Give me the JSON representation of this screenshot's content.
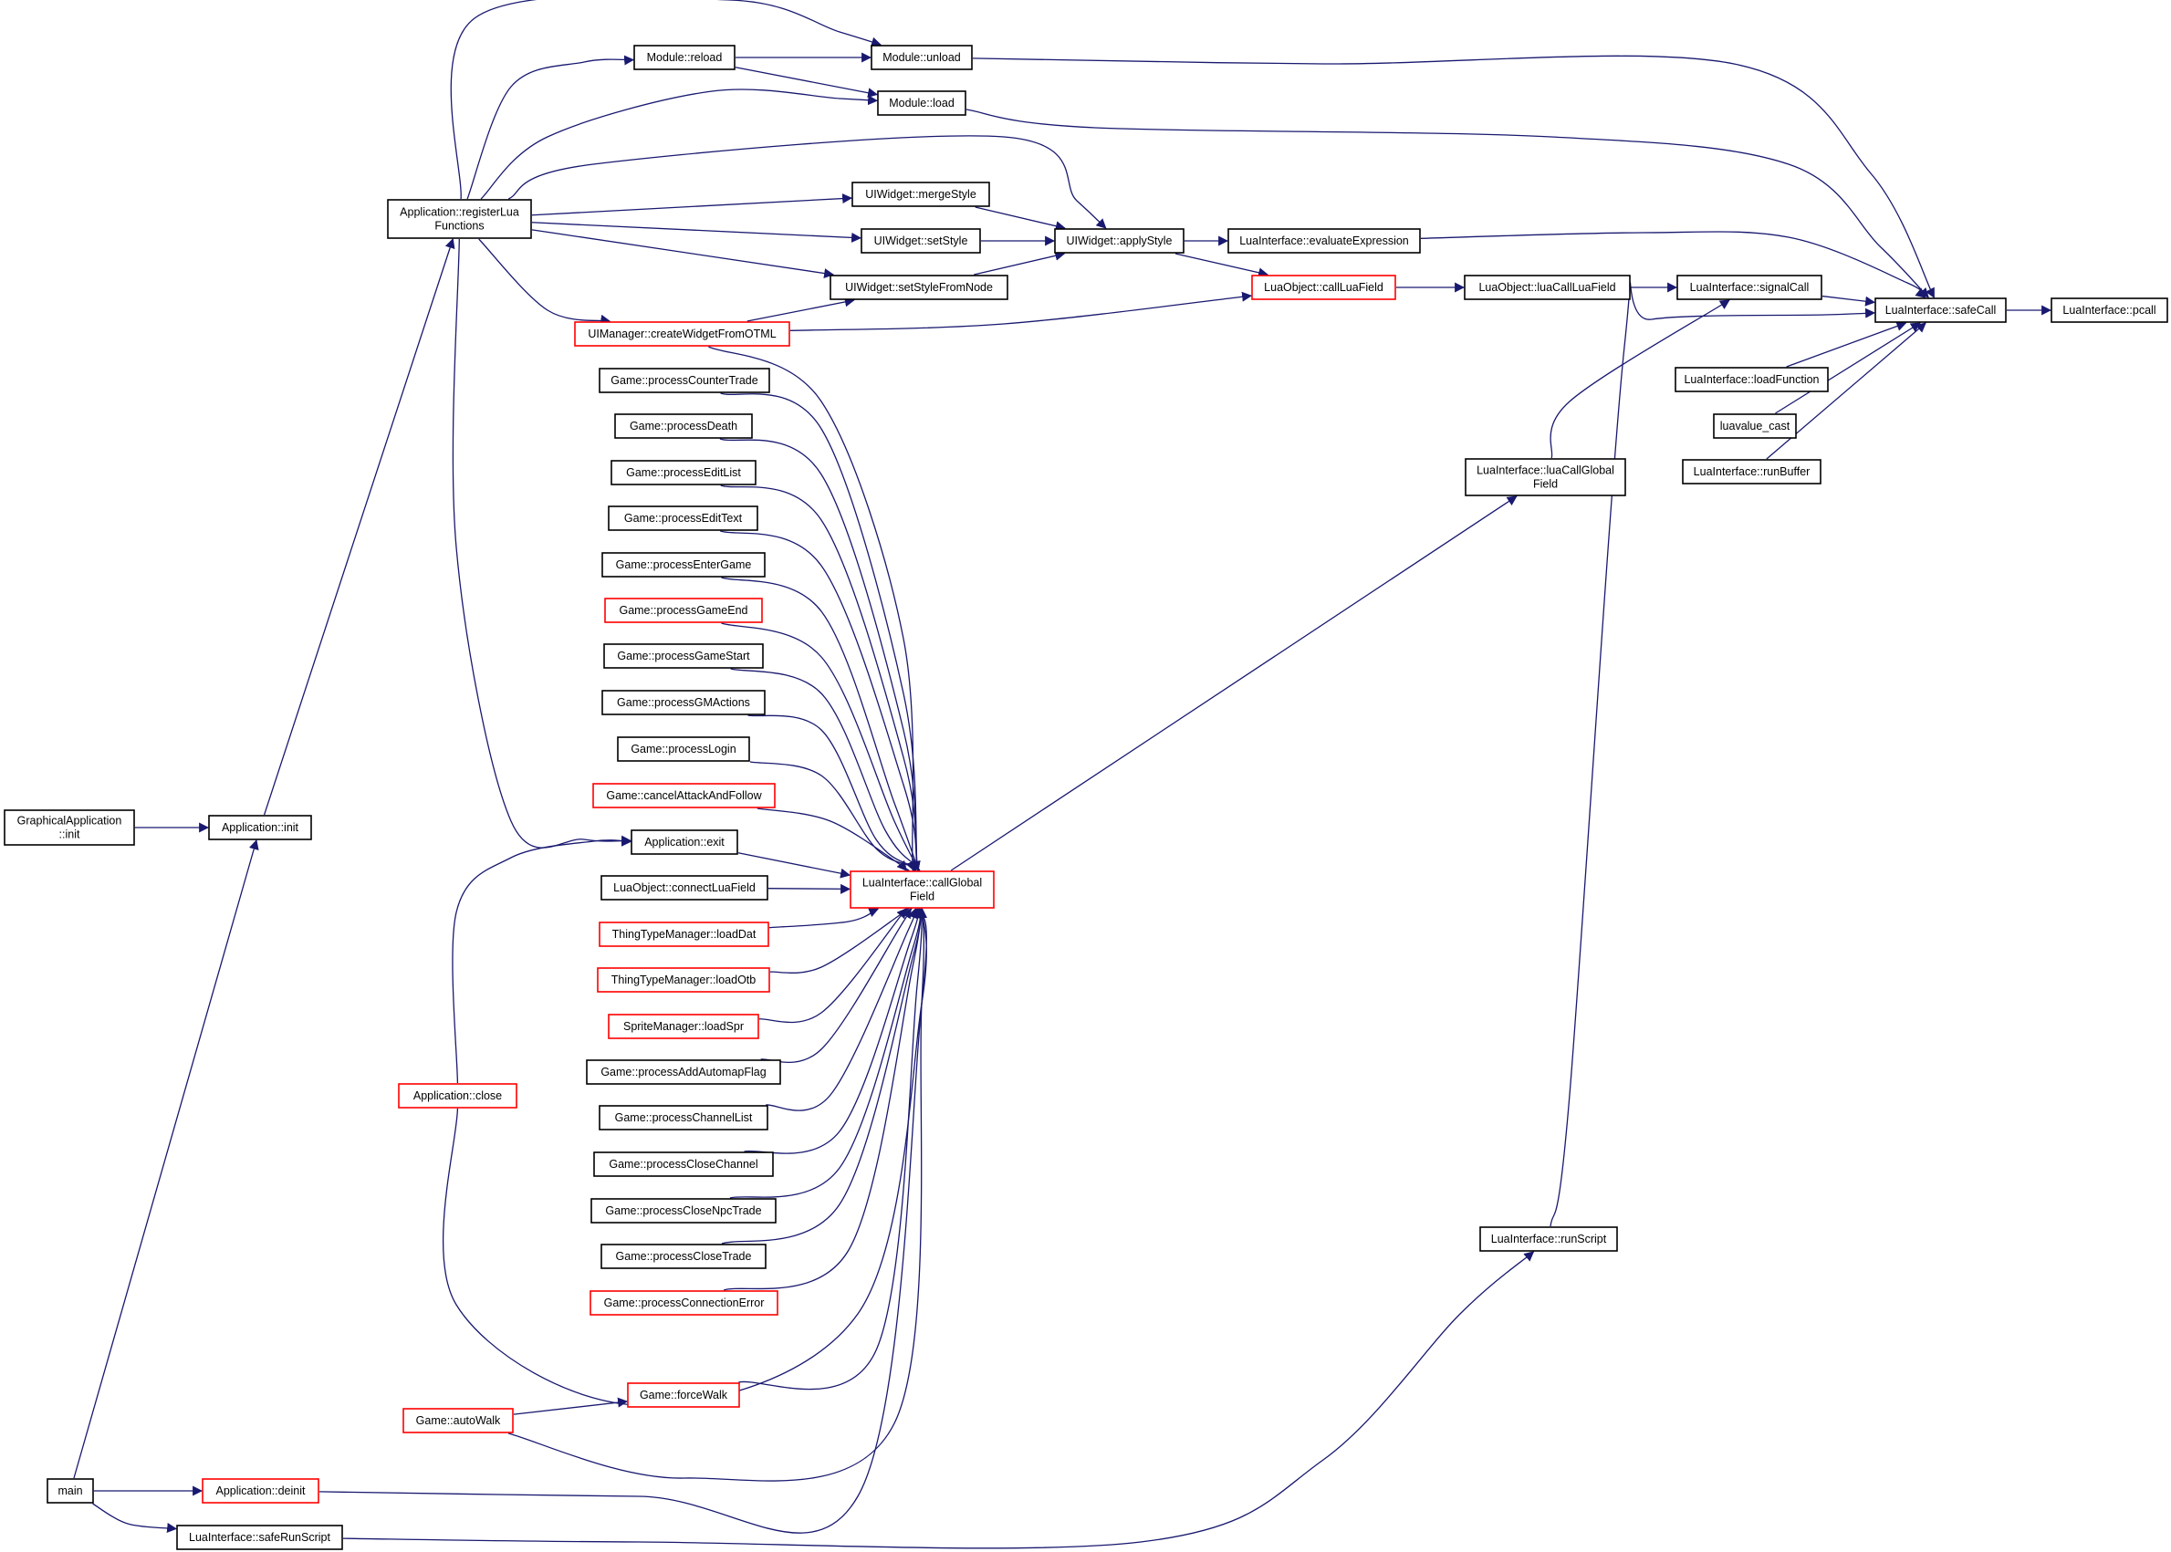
{
  "colors": {
    "edge": "#191970",
    "border_normal": "#000000",
    "border_incomplete": "#ff0000",
    "focus_fill": "#bfbfbf",
    "background": "#ffffff"
  },
  "nodes": [
    {
      "id": "pcall",
      "lines": [
        "LuaInterface::pcall"
      ],
      "style": "focus"
    },
    {
      "id": "safeCall",
      "lines": [
        "LuaInterface::safeCall"
      ],
      "style": "normal"
    },
    {
      "id": "signalCall",
      "lines": [
        "LuaInterface::signalCall"
      ],
      "style": "normal"
    },
    {
      "id": "loadFunction",
      "lines": [
        "LuaInterface::loadFunction"
      ],
      "style": "normal"
    },
    {
      "id": "luavalue_cast",
      "lines": [
        "luavalue_cast"
      ],
      "style": "normal"
    },
    {
      "id": "runBuffer",
      "lines": [
        "LuaInterface::runBuffer"
      ],
      "style": "normal"
    },
    {
      "id": "luaCallGlobalField",
      "lines": [
        "LuaInterface::luaCallGlobal",
        "Field"
      ],
      "style": "normal"
    },
    {
      "id": "runScript",
      "lines": [
        "LuaInterface::runScript"
      ],
      "style": "normal"
    },
    {
      "id": "luaCallLuaField",
      "lines": [
        "LuaObject::luaCallLuaField"
      ],
      "style": "normal"
    },
    {
      "id": "callLuaField",
      "lines": [
        "LuaObject::callLuaField"
      ],
      "style": "incomplete"
    },
    {
      "id": "evaluateExpression",
      "lines": [
        "LuaInterface::evaluateExpression"
      ],
      "style": "normal"
    },
    {
      "id": "applyStyle",
      "lines": [
        "UIWidget::applyStyle"
      ],
      "style": "normal"
    },
    {
      "id": "mergeStyle",
      "lines": [
        "UIWidget::mergeStyle"
      ],
      "style": "normal"
    },
    {
      "id": "setStyle",
      "lines": [
        "UIWidget::setStyle"
      ],
      "style": "normal"
    },
    {
      "id": "setStyleFromNode",
      "lines": [
        "UIWidget::setStyleFromNode"
      ],
      "style": "normal"
    },
    {
      "id": "createWidgetFromOTML",
      "lines": [
        "UIManager::createWidgetFromOTML"
      ],
      "style": "incomplete"
    },
    {
      "id": "moduleUnload",
      "lines": [
        "Module::unload"
      ],
      "style": "normal"
    },
    {
      "id": "moduleReload",
      "lines": [
        "Module::reload"
      ],
      "style": "normal"
    },
    {
      "id": "moduleLoad",
      "lines": [
        "Module::load"
      ],
      "style": "normal"
    },
    {
      "id": "registerLuaFunctions",
      "lines": [
        "Application::registerLua",
        "Functions"
      ],
      "style": "normal"
    },
    {
      "id": "appInit",
      "lines": [
        "Application::init"
      ],
      "style": "normal"
    },
    {
      "id": "graphicalInit",
      "lines": [
        "GraphicalApplication",
        "::init"
      ],
      "style": "normal"
    },
    {
      "id": "main",
      "lines": [
        "main"
      ],
      "style": "normal"
    },
    {
      "id": "appDeinit",
      "lines": [
        "Application::deinit"
      ],
      "style": "incomplete"
    },
    {
      "id": "safeRunScript",
      "lines": [
        "LuaInterface::safeRunScript"
      ],
      "style": "normal"
    },
    {
      "id": "callGlobalField",
      "lines": [
        "LuaInterface::callGlobal",
        "Field"
      ],
      "style": "incomplete"
    },
    {
      "id": "appExit",
      "lines": [
        "Application::exit"
      ],
      "style": "normal"
    },
    {
      "id": "appClose",
      "lines": [
        "Application::close"
      ],
      "style": "incomplete"
    },
    {
      "id": "processCounterTrade",
      "lines": [
        "Game::processCounterTrade"
      ],
      "style": "normal"
    },
    {
      "id": "processDeath",
      "lines": [
        "Game::processDeath"
      ],
      "style": "normal"
    },
    {
      "id": "processEditList",
      "lines": [
        "Game::processEditList"
      ],
      "style": "normal"
    },
    {
      "id": "processEditText",
      "lines": [
        "Game::processEditText"
      ],
      "style": "normal"
    },
    {
      "id": "processEnterGame",
      "lines": [
        "Game::processEnterGame"
      ],
      "style": "normal"
    },
    {
      "id": "processGameEnd",
      "lines": [
        "Game::processGameEnd"
      ],
      "style": "incomplete"
    },
    {
      "id": "processGameStart",
      "lines": [
        "Game::processGameStart"
      ],
      "style": "normal"
    },
    {
      "id": "processGMActions",
      "lines": [
        "Game::processGMActions"
      ],
      "style": "normal"
    },
    {
      "id": "processLogin",
      "lines": [
        "Game::processLogin"
      ],
      "style": "normal"
    },
    {
      "id": "cancelAttackAndFollow",
      "lines": [
        "Game::cancelAttackAndFollow"
      ],
      "style": "incomplete"
    },
    {
      "id": "connectLuaField",
      "lines": [
        "LuaObject::connectLuaField"
      ],
      "style": "normal"
    },
    {
      "id": "loadDat",
      "lines": [
        "ThingTypeManager::loadDat"
      ],
      "style": "incomplete"
    },
    {
      "id": "loadOtb",
      "lines": [
        "ThingTypeManager::loadOtb"
      ],
      "style": "incomplete"
    },
    {
      "id": "loadSpr",
      "lines": [
        "SpriteManager::loadSpr"
      ],
      "style": "incomplete"
    },
    {
      "id": "processAddAutomapFlag",
      "lines": [
        "Game::processAddAutomapFlag"
      ],
      "style": "normal"
    },
    {
      "id": "processChannelList",
      "lines": [
        "Game::processChannelList"
      ],
      "style": "normal"
    },
    {
      "id": "processCloseChannel",
      "lines": [
        "Game::processCloseChannel"
      ],
      "style": "normal"
    },
    {
      "id": "processCloseNpcTrade",
      "lines": [
        "Game::processCloseNpcTrade"
      ],
      "style": "normal"
    },
    {
      "id": "processCloseTrade",
      "lines": [
        "Game::processCloseTrade"
      ],
      "style": "normal"
    },
    {
      "id": "processConnectionError",
      "lines": [
        "Game::processConnectionError"
      ],
      "style": "incomplete"
    },
    {
      "id": "forceWalk",
      "lines": [
        "Game::forceWalk"
      ],
      "style": "incomplete"
    },
    {
      "id": "autoWalk",
      "lines": [
        "Game::autoWalk"
      ],
      "style": "incomplete"
    }
  ],
  "edges": [
    [
      "safeCall",
      "pcall"
    ],
    [
      "signalCall",
      "safeCall"
    ],
    [
      "loadFunction",
      "safeCall"
    ],
    [
      "luavalue_cast",
      "safeCall"
    ],
    [
      "runBuffer",
      "safeCall"
    ],
    [
      "moduleUnload",
      "safeCall"
    ],
    [
      "moduleLoad",
      "safeCall"
    ],
    [
      "evaluateExpression",
      "safeCall"
    ],
    [
      "runScript",
      "safeCall"
    ],
    [
      "luaCallLuaField",
      "signalCall"
    ],
    [
      "luaCallGlobalField",
      "signalCall"
    ],
    [
      "callLuaField",
      "luaCallLuaField"
    ],
    [
      "applyStyle",
      "evaluateExpression"
    ],
    [
      "applyStyle",
      "callLuaField"
    ],
    [
      "createWidgetFromOTML",
      "callLuaField"
    ],
    [
      "mergeStyle",
      "applyStyle"
    ],
    [
      "setStyle",
      "applyStyle"
    ],
    [
      "setStyleFromNode",
      "applyStyle"
    ],
    [
      "registerLuaFunctions",
      "applyStyle"
    ],
    [
      "registerLuaFunctions",
      "mergeStyle"
    ],
    [
      "registerLuaFunctions",
      "setStyle"
    ],
    [
      "registerLuaFunctions",
      "setStyleFromNode"
    ],
    [
      "createWidgetFromOTML",
      "setStyleFromNode"
    ],
    [
      "registerLuaFunctions",
      "createWidgetFromOTML"
    ],
    [
      "moduleReload",
      "moduleUnload"
    ],
    [
      "moduleReload",
      "moduleLoad"
    ],
    [
      "registerLuaFunctions",
      "moduleUnload"
    ],
    [
      "registerLuaFunctions",
      "moduleReload"
    ],
    [
      "registerLuaFunctions",
      "moduleLoad"
    ],
    [
      "appInit",
      "registerLuaFunctions"
    ],
    [
      "graphicalInit",
      "appInit"
    ],
    [
      "main",
      "appInit"
    ],
    [
      "main",
      "appDeinit"
    ],
    [
      "main",
      "safeRunScript"
    ],
    [
      "safeRunScript",
      "runScript"
    ],
    [
      "callGlobalField",
      "luaCallGlobalField"
    ],
    [
      "registerLuaFunctions",
      "appExit"
    ],
    [
      "appClose",
      "appExit"
    ],
    [
      "appExit",
      "callGlobalField"
    ],
    [
      "createWidgetFromOTML",
      "callGlobalField"
    ],
    [
      "processCounterTrade",
      "callGlobalField"
    ],
    [
      "processDeath",
      "callGlobalField"
    ],
    [
      "processEditList",
      "callGlobalField"
    ],
    [
      "processEditText",
      "callGlobalField"
    ],
    [
      "processEnterGame",
      "callGlobalField"
    ],
    [
      "processGameEnd",
      "callGlobalField"
    ],
    [
      "processGameStart",
      "callGlobalField"
    ],
    [
      "processGMActions",
      "callGlobalField"
    ],
    [
      "processLogin",
      "callGlobalField"
    ],
    [
      "cancelAttackAndFollow",
      "callGlobalField"
    ],
    [
      "connectLuaField",
      "callGlobalField"
    ],
    [
      "loadDat",
      "callGlobalField"
    ],
    [
      "loadOtb",
      "callGlobalField"
    ],
    [
      "loadSpr",
      "callGlobalField"
    ],
    [
      "processAddAutomapFlag",
      "callGlobalField"
    ],
    [
      "processChannelList",
      "callGlobalField"
    ],
    [
      "processCloseChannel",
      "callGlobalField"
    ],
    [
      "processCloseNpcTrade",
      "callGlobalField"
    ],
    [
      "processCloseTrade",
      "callGlobalField"
    ],
    [
      "processConnectionError",
      "callGlobalField"
    ],
    [
      "forceWalk",
      "callGlobalField"
    ],
    [
      "autoWalk",
      "forceWalk"
    ],
    [
      "autoWalk",
      "callGlobalField"
    ],
    [
      "appDeinit",
      "callGlobalField"
    ],
    [
      "appClose",
      "callGlobalField"
    ]
  ]
}
